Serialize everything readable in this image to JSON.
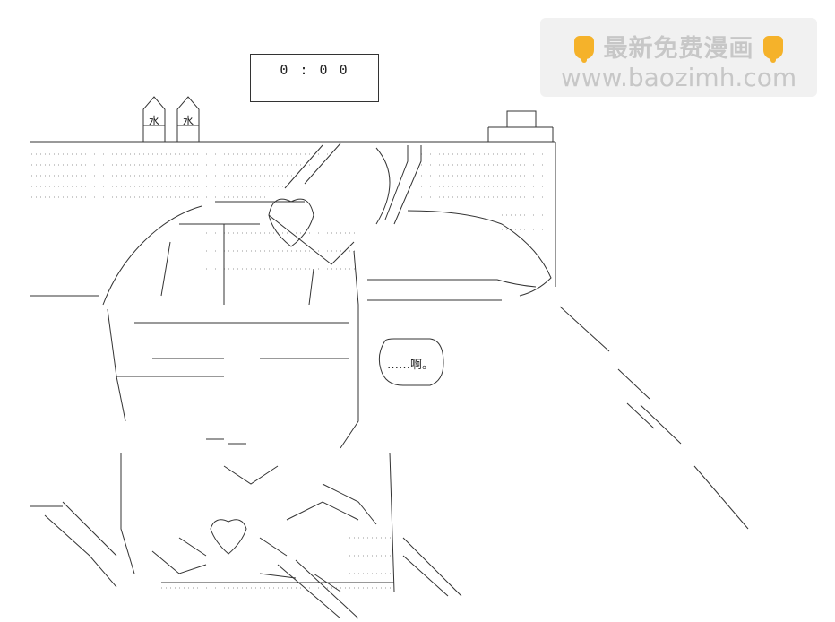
{
  "clock": {
    "display": "0 : 0 0"
  },
  "water_labels": [
    "水",
    "水"
  ],
  "speech": {
    "text": "……啊。"
  },
  "watermark": {
    "title": "最新免费漫画",
    "url": "www.baozimh.com"
  }
}
